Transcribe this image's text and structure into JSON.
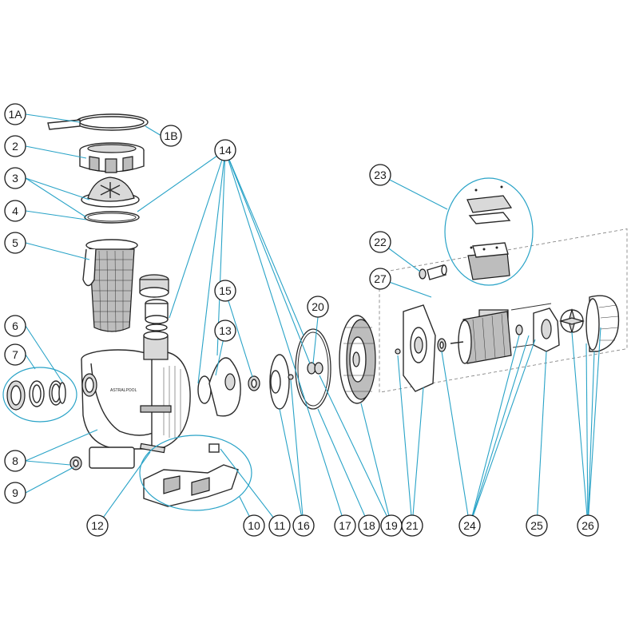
{
  "diagram": {
    "brand_text": "ASTRALPOOL",
    "callouts": [
      {
        "id": "1A",
        "label": "1A"
      },
      {
        "id": "1B",
        "label": "1B"
      },
      {
        "id": "2",
        "label": "2"
      },
      {
        "id": "3",
        "label": "3"
      },
      {
        "id": "4",
        "label": "4"
      },
      {
        "id": "5",
        "label": "5"
      },
      {
        "id": "6",
        "label": "6"
      },
      {
        "id": "7",
        "label": "7"
      },
      {
        "id": "8",
        "label": "8"
      },
      {
        "id": "9",
        "label": "9"
      },
      {
        "id": "10",
        "label": "10"
      },
      {
        "id": "11",
        "label": "11"
      },
      {
        "id": "12",
        "label": "12"
      },
      {
        "id": "13",
        "label": "13"
      },
      {
        "id": "14",
        "label": "14"
      },
      {
        "id": "15",
        "label": "15"
      },
      {
        "id": "16",
        "label": "16"
      },
      {
        "id": "17",
        "label": "17"
      },
      {
        "id": "18",
        "label": "18"
      },
      {
        "id": "19",
        "label": "19"
      },
      {
        "id": "20",
        "label": "20"
      },
      {
        "id": "21",
        "label": "21"
      },
      {
        "id": "22",
        "label": "22"
      },
      {
        "id": "23",
        "label": "23"
      },
      {
        "id": "24",
        "label": "24"
      },
      {
        "id": "25",
        "label": "25"
      },
      {
        "id": "26",
        "label": "26"
      },
      {
        "id": "27",
        "label": "27"
      }
    ]
  }
}
